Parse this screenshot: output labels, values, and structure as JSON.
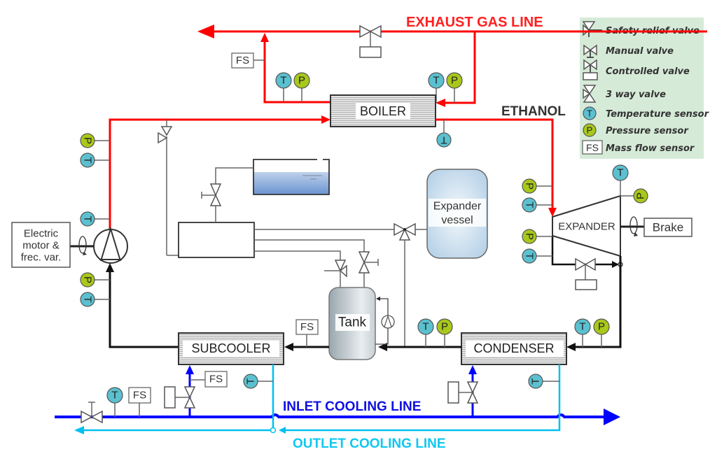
{
  "diagram": {
    "title": "Ethanol ORC test bench schematic",
    "line_labels": {
      "exhaust": "EXHAUST GAS LINE",
      "ethanol": "ETHANOL",
      "inlet_cooling": "INLET COOLING LINE",
      "outlet_cooling": "OUTLET COOLING LINE"
    },
    "components": {
      "boiler": "BOILER",
      "expander": "EXPANDER",
      "brake": "Brake",
      "condenser": "CONDENSER",
      "subcooler": "SUBCOOLER",
      "tank": "Tank",
      "expander_vessel_line1": "Expander",
      "expander_vessel_line2": "vessel",
      "motor_line1": "Electric",
      "motor_line2": "motor &",
      "motor_line3": "frec. var."
    },
    "sensor_labels": {
      "temperature": "T",
      "pressure": "P",
      "flow": "FS"
    },
    "legend": {
      "items": [
        {
          "symbol": "safety-relief-valve",
          "label": "Safety relief valve"
        },
        {
          "symbol": "manual-valve",
          "label": "Manual valve"
        },
        {
          "symbol": "controlled-valve",
          "label": "Controlled valve"
        },
        {
          "symbol": "three-way-valve",
          "label": "3 way valve"
        },
        {
          "symbol": "temperature-sensor",
          "label": "Temperature sensor"
        },
        {
          "symbol": "pressure-sensor",
          "label": "Pressure sensor"
        },
        {
          "symbol": "mass-flow-sensor",
          "label": "Mass flow sensor"
        }
      ]
    },
    "colors": {
      "exhaust_line": "#ff0000",
      "working_fluid_line": "#111111",
      "inlet_cooling": "#0000ff",
      "outlet_cooling": "#00c0f0",
      "temperature_sensor": "#5bc0d0",
      "pressure_sensor": "#a8c81a",
      "legend_bg": "#d6ead8"
    }
  }
}
